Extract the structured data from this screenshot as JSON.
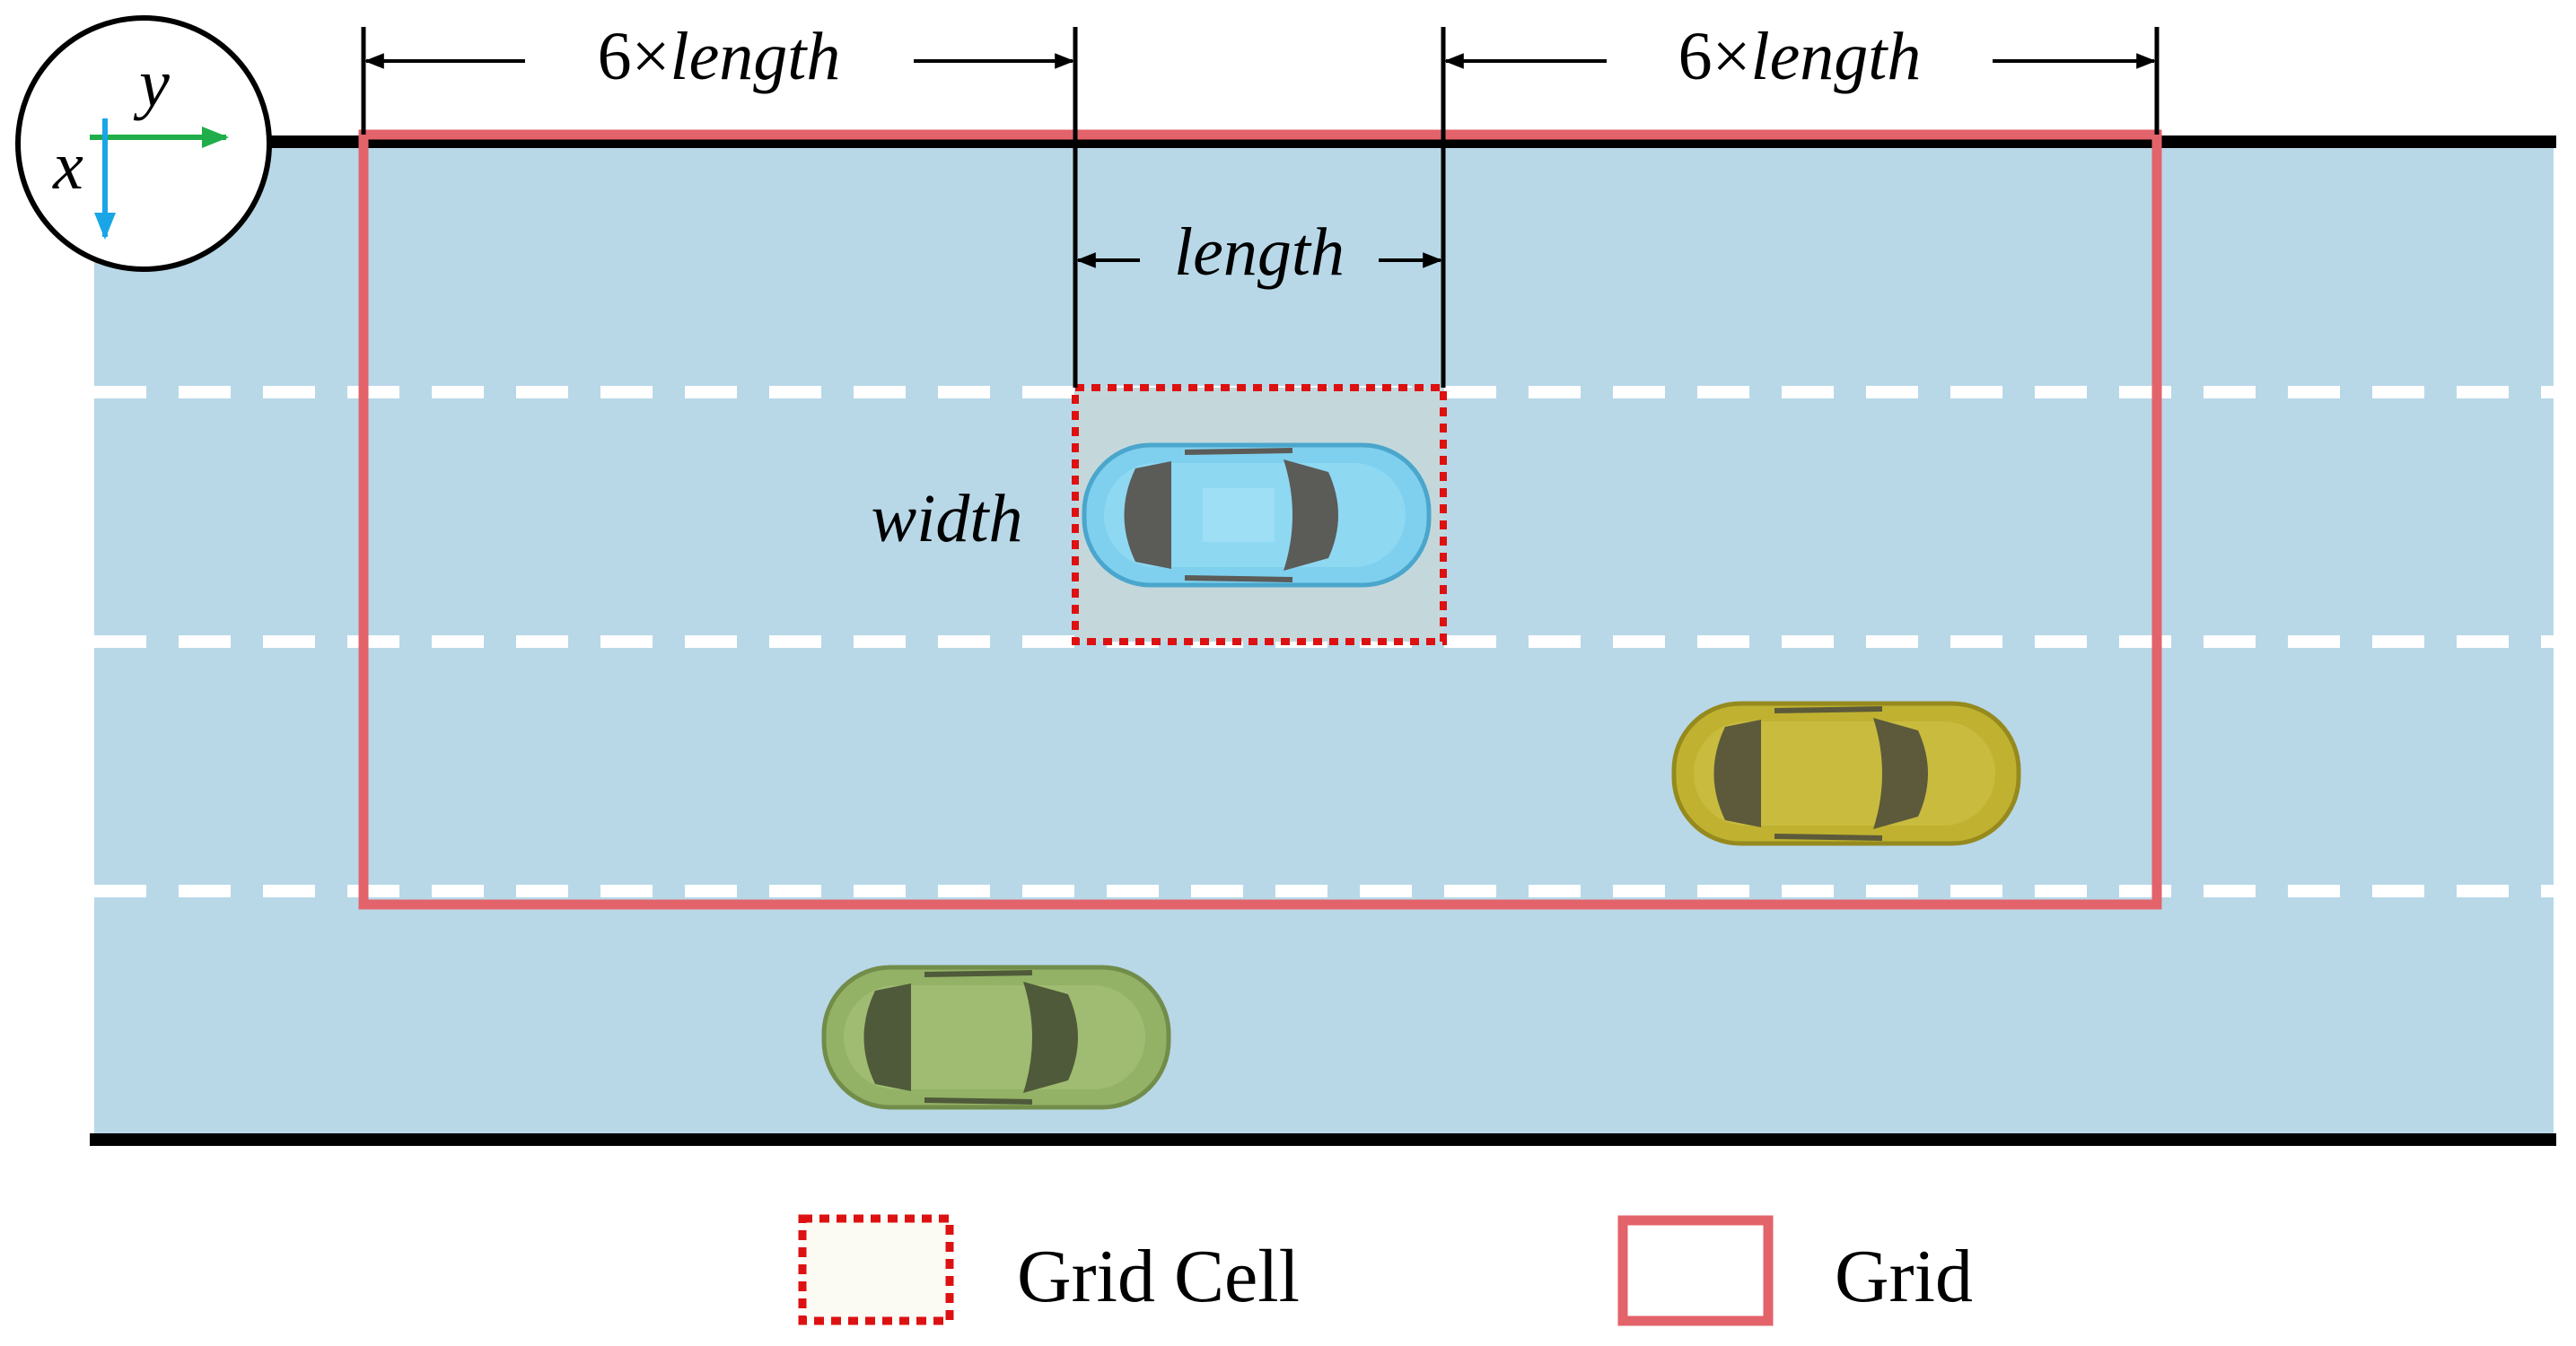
{
  "axes": {
    "x_label": "x",
    "y_label": "y"
  },
  "dimensions": {
    "left_span": {
      "prefix": "6×",
      "word": "length"
    },
    "right_span": {
      "prefix": "6×",
      "word": "length"
    },
    "cell_length": "length",
    "cell_width": "width"
  },
  "legend": {
    "grid_cell_label": "Grid Cell",
    "grid_label": "Grid"
  },
  "colors": {
    "road": "#b8d8e8",
    "grid": "#e3636a",
    "grid_cell": "#dd1111",
    "lane_marking": "#ffffff",
    "ego_car": "#7fd0ee",
    "car_yellow": "#c0b230",
    "car_green": "#93b266",
    "axis_x_arrow": "#1aa6e6",
    "axis_y_arrow": "#1fae4a"
  },
  "vehicles": [
    {
      "id": "ego",
      "color": "#7fd0ee"
    },
    {
      "id": "yellow",
      "color": "#c0b230"
    },
    {
      "id": "green",
      "color": "#93b266"
    }
  ]
}
